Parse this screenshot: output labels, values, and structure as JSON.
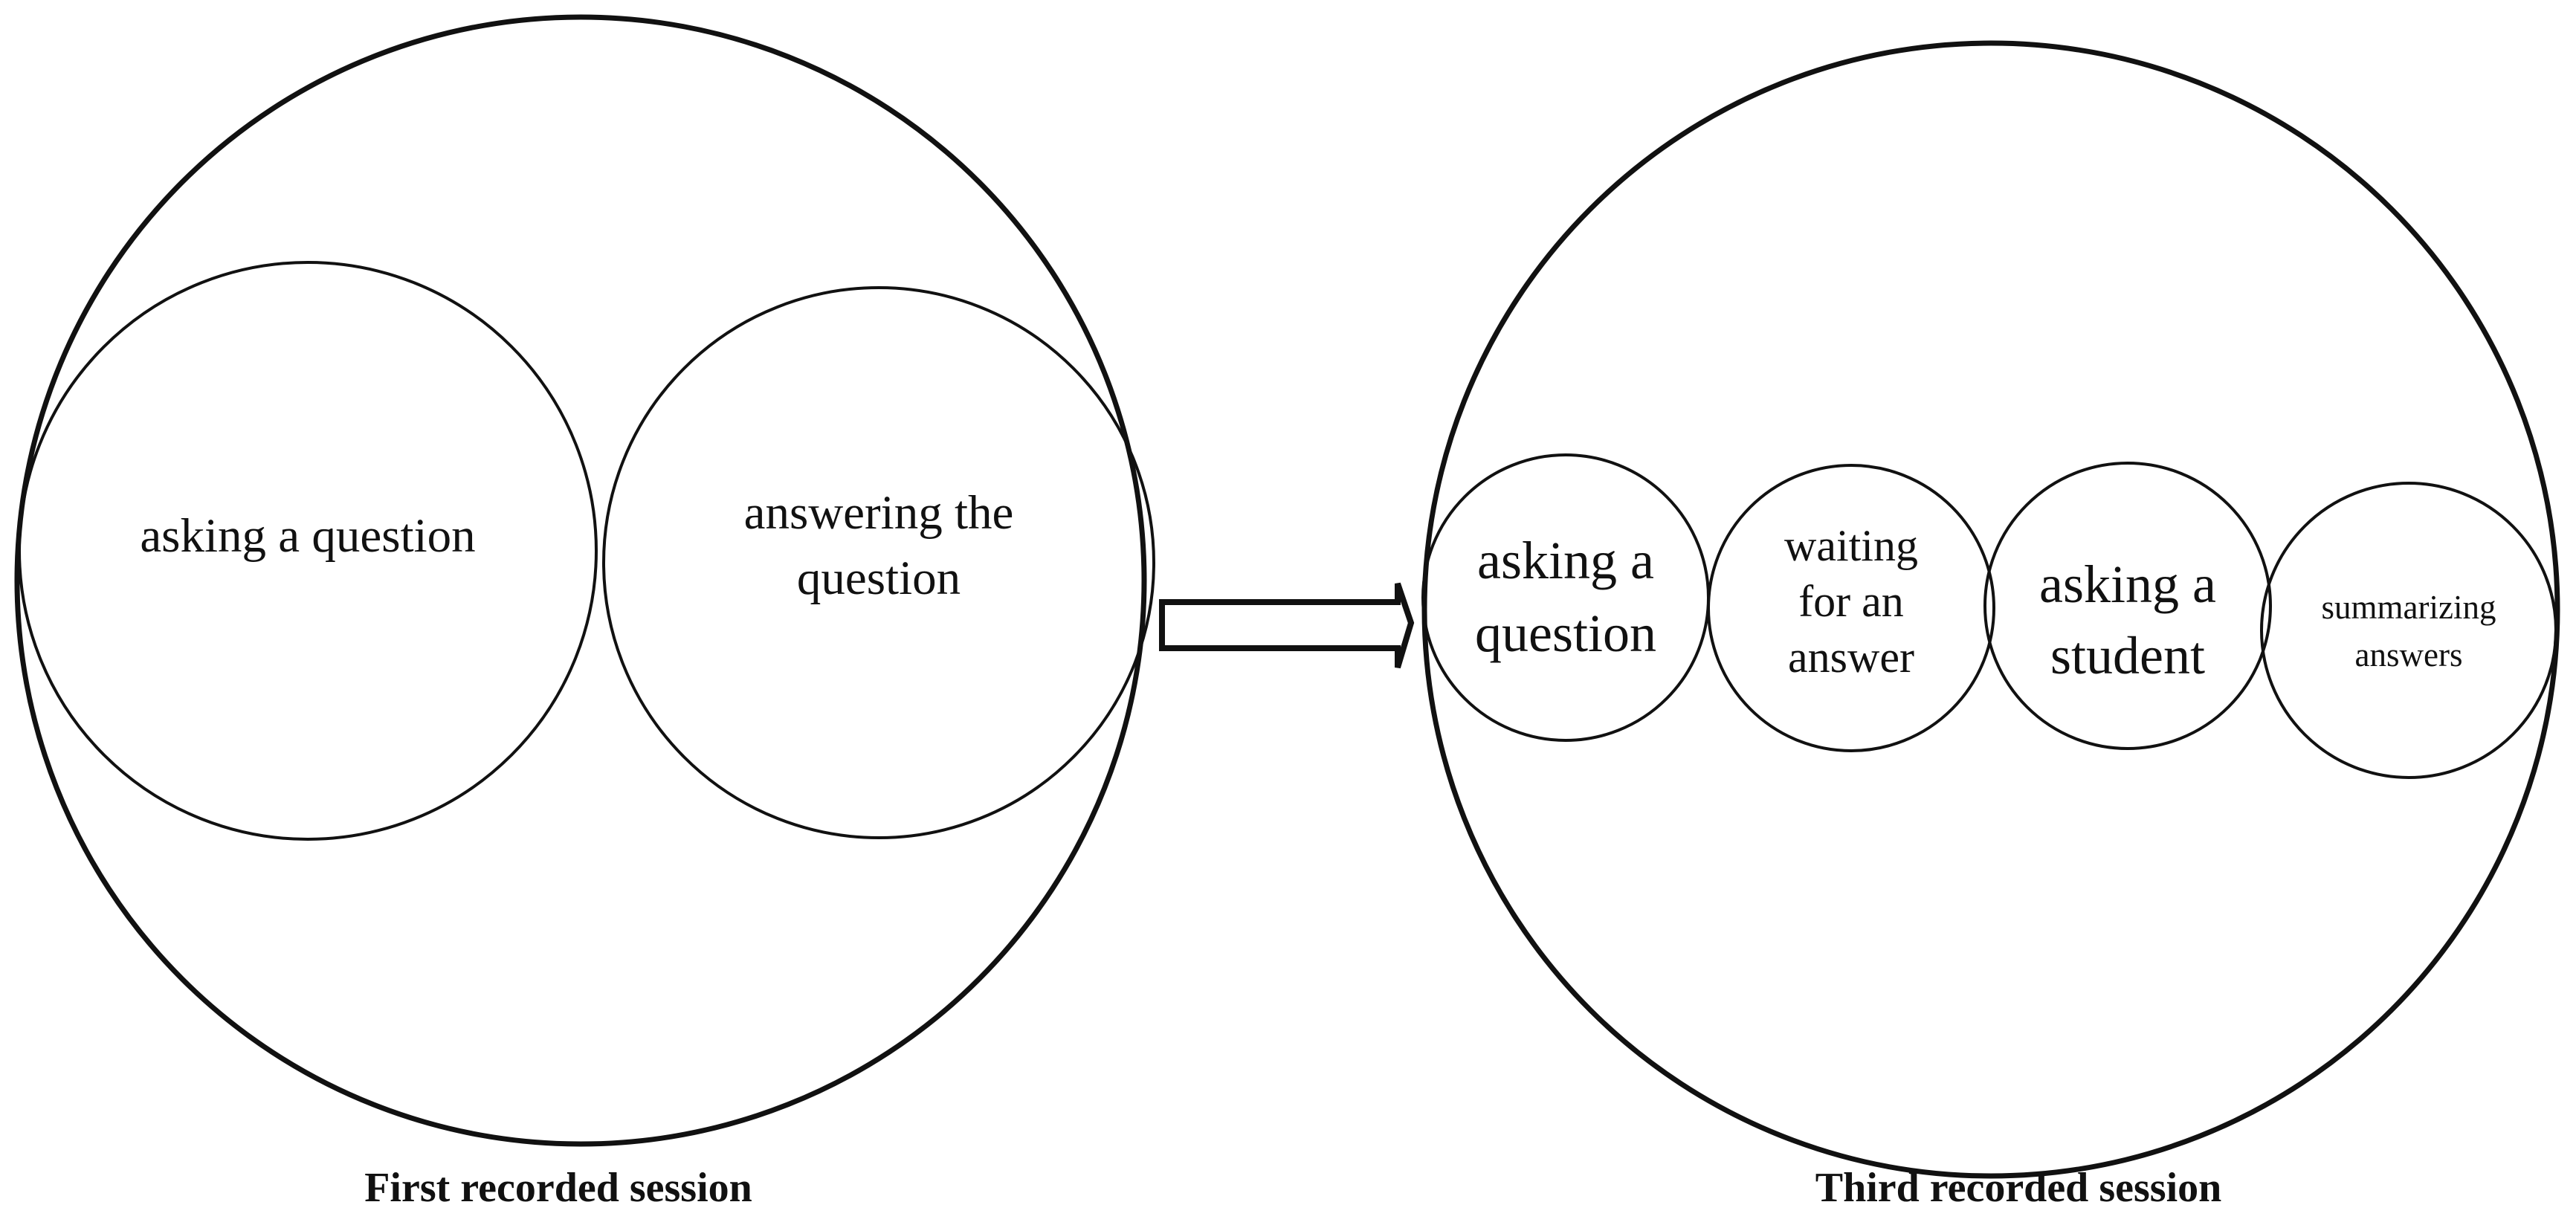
{
  "first_session": {
    "caption": "First recorded session",
    "steps": [
      {
        "lines": [
          "asking a question"
        ]
      },
      {
        "lines": [
          "answering the",
          "question"
        ]
      }
    ]
  },
  "third_session": {
    "caption": "Third recorded session",
    "steps": [
      {
        "lines": [
          "asking a",
          "question"
        ]
      },
      {
        "lines": [
          "waiting",
          "for an",
          "answer"
        ]
      },
      {
        "lines": [
          "asking a",
          "student"
        ]
      },
      {
        "lines": [
          "summarizing",
          "answers"
        ]
      }
    ]
  },
  "colors": {
    "stroke": "#111111",
    "background": "#ffffff",
    "text": "#111111"
  }
}
